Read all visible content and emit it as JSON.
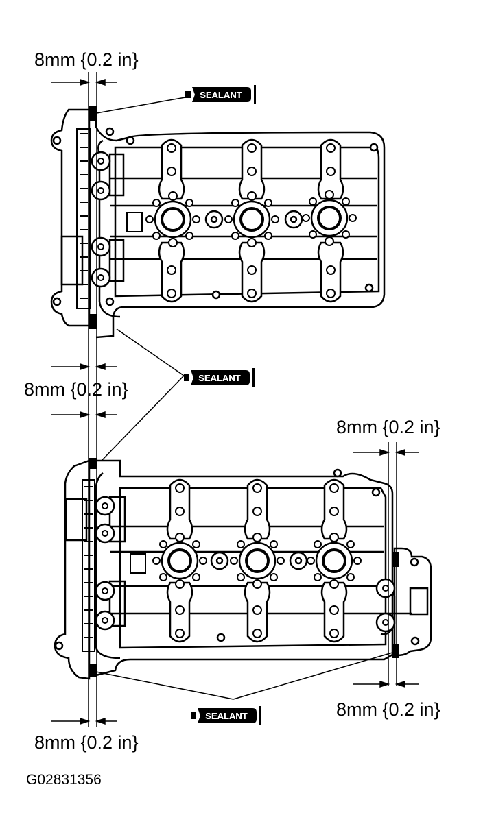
{
  "labels": {
    "dim_top": "8mm {0.2 in}",
    "dim_middle": "8mm {0.2 in}",
    "dim_right_top": "8mm {0.2 in}",
    "dim_right_bottom": "8mm {0.2 in}",
    "dim_bottom": "8mm {0.2 in}",
    "sealant": "SEALANT",
    "figure_code": "G02831356"
  },
  "colors": {
    "ink": "#000000",
    "paper": "#ffffff"
  }
}
